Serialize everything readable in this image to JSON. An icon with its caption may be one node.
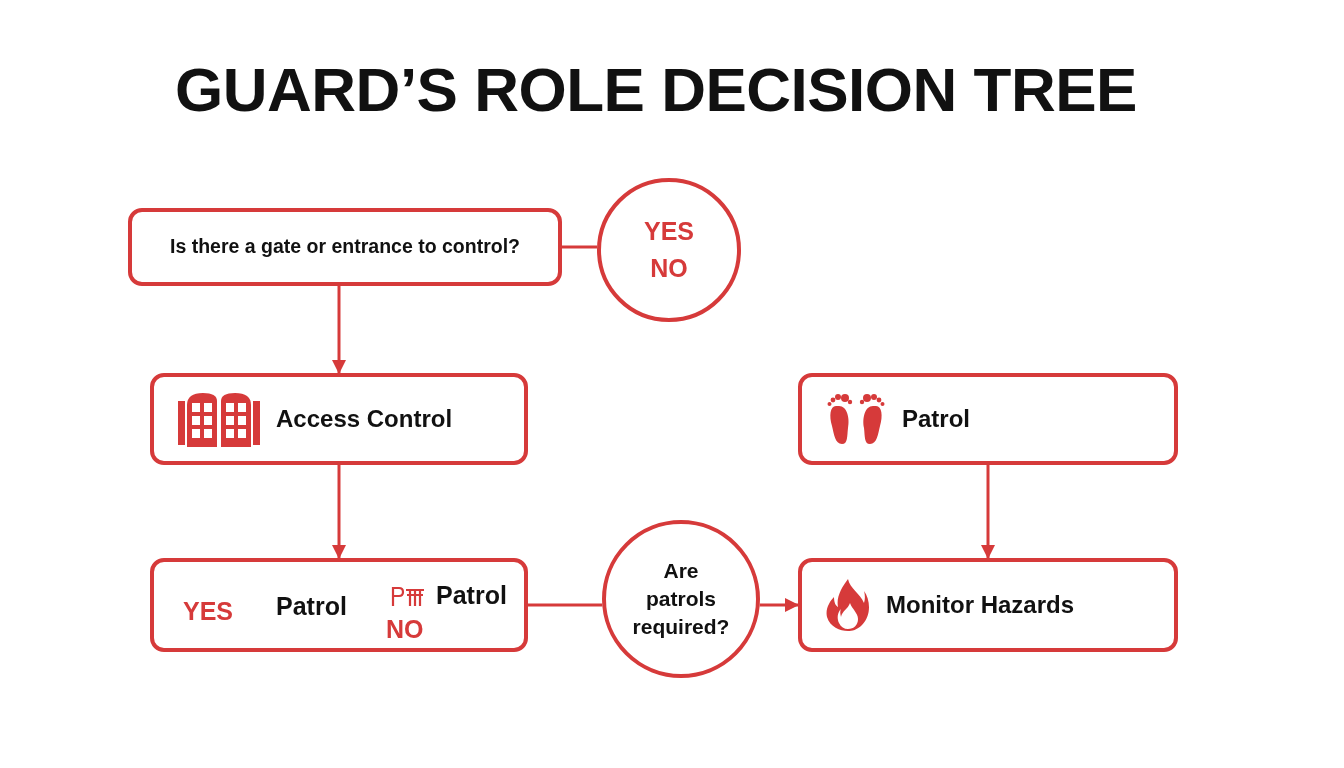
{
  "diagram": {
    "title": "GUARD’S ROLE DECISION TREE",
    "nodes": [
      {
        "text": [
          "Is there a gate or entrance to control?"
        ]
      },
      {
        "text": [
          "YES",
          "NO"
        ]
      },
      {
        "text": [
          "Access Control"
        ]
      },
      {
        "text": [
          "Patrol"
        ]
      },
      {
        "text": [
          "YES",
          "Patrol",
          "Patrol",
          "NO"
        ]
      },
      {
        "text": [
          "Are patrols required?"
        ]
      },
      {
        "text": [
          "Monitor Hazards"
        ]
      }
    ],
    "edges": [
      {
        "from": 0,
        "to": 1,
        "arrow": "none"
      },
      {
        "from": 0,
        "to": 2,
        "arrow": "to"
      },
      {
        "from": 2,
        "to": 4,
        "arrow": "to"
      },
      {
        "from": 3,
        "to": 6,
        "arrow": "to"
      },
      {
        "from": 4,
        "to": 5,
        "arrow": "none"
      },
      {
        "from": 5,
        "to": 6,
        "arrow": "to"
      }
    ]
  }
}
